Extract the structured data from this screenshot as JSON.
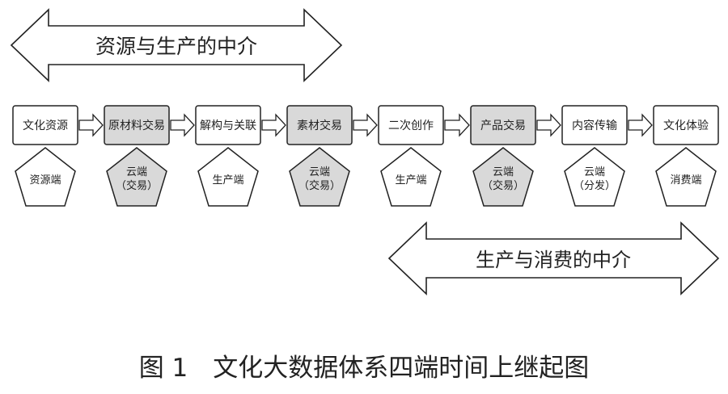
{
  "top_arrow": {
    "label": "资源与生产的中介"
  },
  "bottom_arrow": {
    "label": "生产与消费的中介"
  },
  "stages": [
    {
      "label": "文化资源",
      "shaded": false
    },
    {
      "label": "原材料交易",
      "shaded": true
    },
    {
      "label": "解构与关联",
      "shaded": false
    },
    {
      "label": "素材交易",
      "shaded": true
    },
    {
      "label": "二次创作",
      "shaded": false
    },
    {
      "label": "产品交易",
      "shaded": true
    },
    {
      "label": "内容传输",
      "shaded": false
    },
    {
      "label": "文化体验",
      "shaded": false
    }
  ],
  "ends": [
    {
      "line1": "资源端",
      "line2": "",
      "shaded": false
    },
    {
      "line1": "云端",
      "line2": "（交易）",
      "shaded": true
    },
    {
      "line1": "生产端",
      "line2": "",
      "shaded": false
    },
    {
      "line1": "云端",
      "line2": "（交易）",
      "shaded": true
    },
    {
      "line1": "生产端",
      "line2": "",
      "shaded": false
    },
    {
      "line1": "云端",
      "line2": "（交易）",
      "shaded": true
    },
    {
      "line1": "云端",
      "line2": "（分发）",
      "shaded": false
    },
    {
      "line1": "消费端",
      "line2": "",
      "shaded": false
    }
  ],
  "caption": "图 1　文化大数据体系四端时间上继起图",
  "colors": {
    "stroke": "#222222",
    "shade": "#d9d9d9",
    "fill": "#ffffff"
  }
}
